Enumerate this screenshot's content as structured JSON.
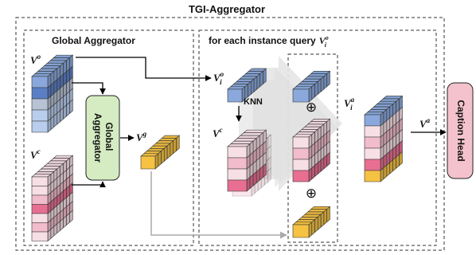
{
  "title": "TGI-Aggregator",
  "global_section": {
    "title": "Global Aggregator"
  },
  "instance_section": {
    "title_prefix": "for each instance query",
    "var_base": "V",
    "var_sup": "o",
    "var_sub": "i"
  },
  "aggregator_box": {
    "line1": "Global",
    "line2": "Aggregator"
  },
  "caption_head": {
    "label": "Caption Head"
  },
  "knn_label": "KNN",
  "vars": {
    "v_o": {
      "base": "V",
      "sup": "o"
    },
    "v_c": {
      "base": "V",
      "sup": "c"
    },
    "v_g": {
      "base": "V",
      "sup": "g"
    },
    "v_io": {
      "base": "V",
      "sup": "o",
      "sub": "i"
    },
    "v_c2": {
      "base": "V",
      "sup": "c"
    },
    "v_ia": {
      "base": "V",
      "sup": "a",
      "sub": "i"
    },
    "v_a": {
      "base": "V",
      "sup": "a"
    }
  },
  "plus_symbol": "⊕",
  "colors": {
    "blue_dark": "#5b7fc4",
    "blue_mid": "#8aa8dc",
    "blue_light": "#b9cdec",
    "gray_blue": "#b7c2d4",
    "pink_light": "#f7dfe6",
    "pink_mid": "#f1bccb",
    "pink_dark": "#e86f92",
    "yellow": "#f5c242",
    "green_box": "#d5ecc2",
    "caption_pink": "#f4c2cc"
  }
}
